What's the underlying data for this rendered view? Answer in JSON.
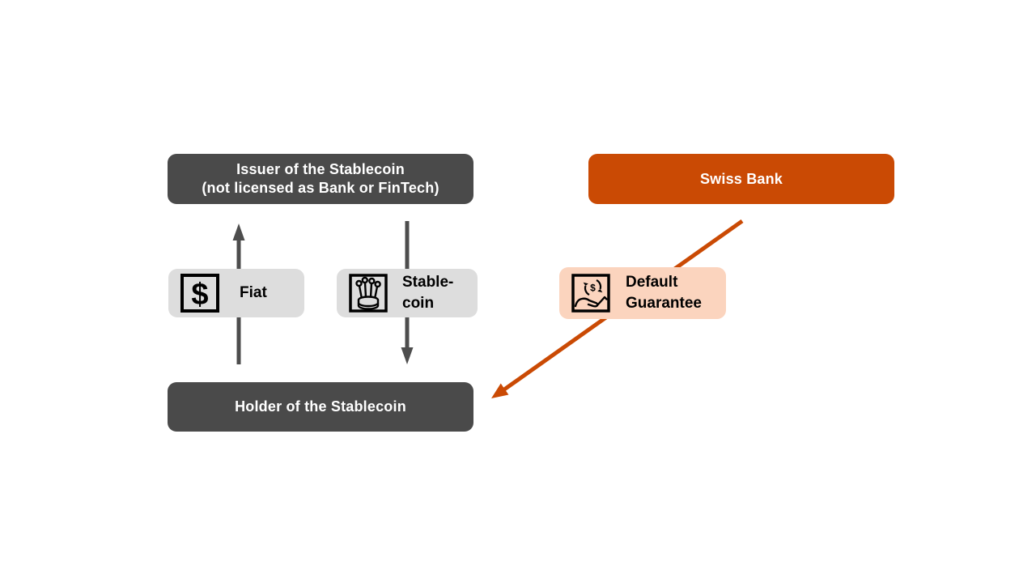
{
  "page": {
    "background": "#FFFFFF",
    "type": "slide-diagram"
  },
  "colors": {
    "dark_gray_box": "#4A4A4A",
    "orange_box": "#CA4A04",
    "peach_box": "#FBD4BE",
    "light_gray_box": "#DDDDDD",
    "arrow_gray": "#4D4D4D",
    "arrow_orange": "#CA4A04",
    "text_on_dark": "#FFFFFF",
    "text_on_light": "#000000"
  },
  "nodes": {
    "issuer": {
      "line1": "Issuer of the Stablecoin",
      "line2": "(not licensed as Bank or FinTech)"
    },
    "swiss_bank": {
      "label": "Swiss Bank"
    },
    "fiat": {
      "label": "Fiat",
      "icon": "dollar-icon"
    },
    "stablecoin": {
      "line1": "Stable-",
      "line2": "coin",
      "icon": "digital-coin-icon"
    },
    "guarantee": {
      "line1": "Default",
      "line2": "Guarantee",
      "icon": "hand-coin-refund-icon"
    },
    "holder": {
      "label": "Holder of the Stablecoin"
    }
  },
  "arrows": [
    {
      "name": "fiat-flow-arrow",
      "from": "holder",
      "to": "issuer",
      "direction": "up",
      "color": "#4D4D4D"
    },
    {
      "name": "stablecoin-flow-arrow",
      "from": "issuer",
      "to": "holder",
      "direction": "down",
      "color": "#4D4D4D"
    },
    {
      "name": "default-guarantee-arrow",
      "from": "swiss_bank",
      "to": "holder",
      "direction": "diagonal-down-left",
      "color": "#CA4A04"
    }
  ]
}
